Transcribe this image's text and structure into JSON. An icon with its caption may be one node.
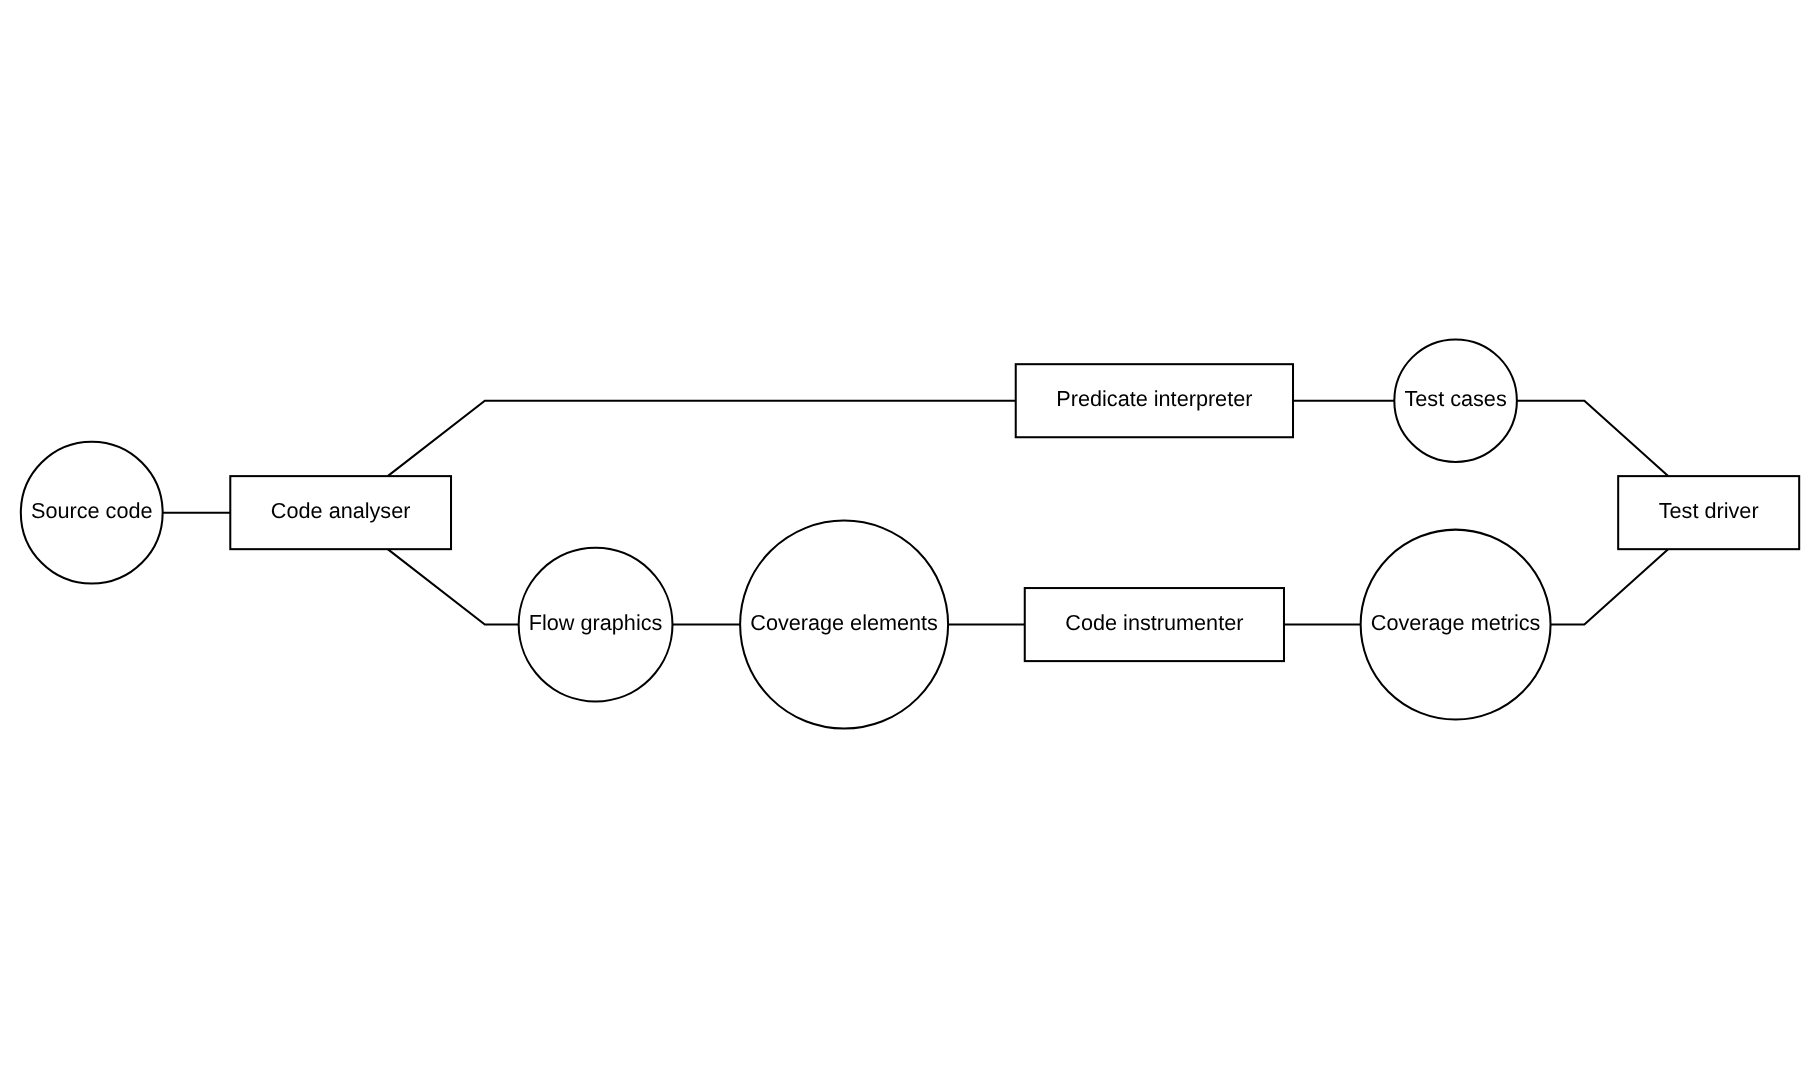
{
  "diagram": {
    "nodes": [
      {
        "text": [
          "Source code"
        ]
      },
      {
        "text": [
          "Code analyser"
        ]
      },
      {
        "text": [
          "Flow graphics"
        ]
      },
      {
        "text": [
          "Coverage elements"
        ]
      },
      {
        "text": [
          "Code instrumenter"
        ]
      },
      {
        "text": [
          "Coverage metrics"
        ]
      },
      {
        "text": [
          "Predicate interpreter"
        ]
      },
      {
        "text": [
          "Test cases"
        ]
      },
      {
        "text": [
          "Test driver"
        ]
      }
    ],
    "edges": [
      {
        "from": 0,
        "to": 1,
        "arrow": "none"
      },
      {
        "from": 1,
        "to": 2,
        "arrow": "none"
      },
      {
        "from": 2,
        "to": 3,
        "arrow": "none"
      },
      {
        "from": 3,
        "to": 4,
        "arrow": "none"
      },
      {
        "from": 4,
        "to": 5,
        "arrow": "none"
      },
      {
        "from": 1,
        "to": 6,
        "arrow": "none"
      },
      {
        "from": 6,
        "to": 7,
        "arrow": "none"
      },
      {
        "from": 7,
        "to": 8,
        "arrow": "none"
      },
      {
        "from": 5,
        "to": 8,
        "arrow": "none"
      }
    ]
  }
}
